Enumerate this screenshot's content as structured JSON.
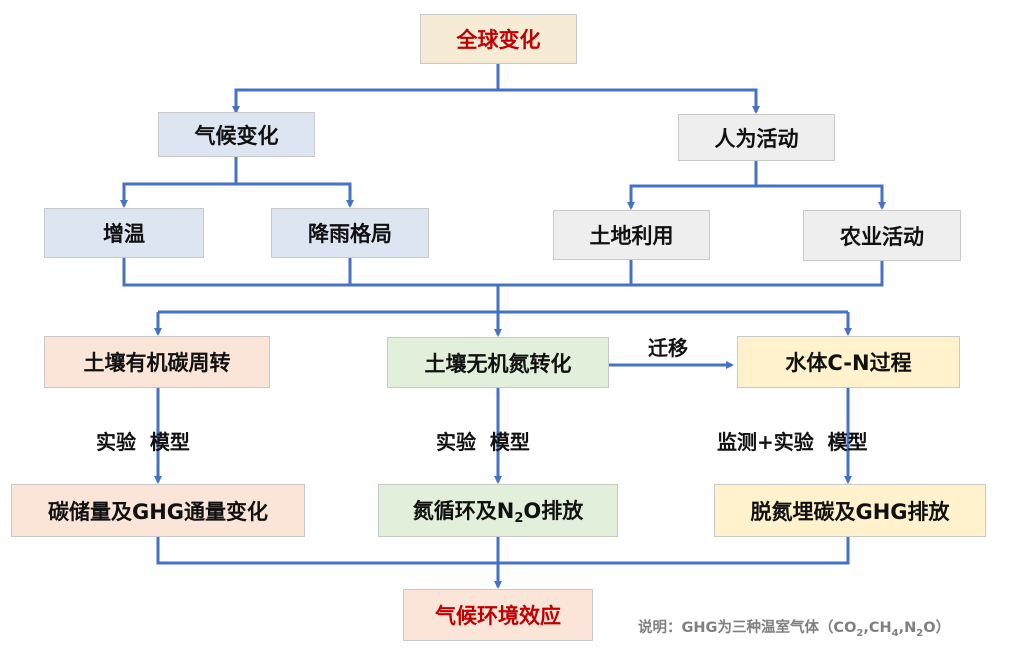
{
  "colors": {
    "line": "#4472c4",
    "title_text": "#c00000",
    "fill_top": "#f6ecd6",
    "fill_climate": "#dde4f2",
    "fill_human": "#eeeeee",
    "fill_soil_org": "#fbe5d8",
    "fill_soil_inorg": "#e2efda",
    "fill_water": "#fff2cc",
    "fill_result_org": "#fbe5d8",
    "fill_result_inorg": "#e2efda",
    "fill_result_water": "#fff2cc",
    "fill_effect": "#fbe5d8"
  },
  "nodes": {
    "global_change": "全球变化",
    "climate_change": "气候变化",
    "human_activity": "人为活动",
    "warming": "增温",
    "rain_pattern": "降雨格局",
    "land_use": "土地利用",
    "agri_activity": "农业活动",
    "soil_organic": "土壤有机碳周转",
    "soil_inorganic": "土壤无机氮转化",
    "water_cn": "水体C-N过程",
    "carbon_storage": "碳储量及GHG通量变化",
    "n_cycle_pre": "氮循环及N",
    "n_cycle_sub": "2",
    "n_cycle_post": "O排放",
    "denitrification": "脱氮埋碳及GHG排放",
    "climate_effect": "气候环境效应"
  },
  "labels": {
    "migration": "迁移",
    "exp_model_1": "实验  模型",
    "exp_model_2": "实验  模型",
    "monitor_model": "监测+实验  模型"
  },
  "note": {
    "prefix": "说明：GHG为三种温室气体（CO",
    "co2_sub": "2",
    "mid1": ",CH",
    "ch4_sub": "4",
    "mid2": ",N",
    "n2o_sub": "2",
    "suffix": "O）"
  }
}
